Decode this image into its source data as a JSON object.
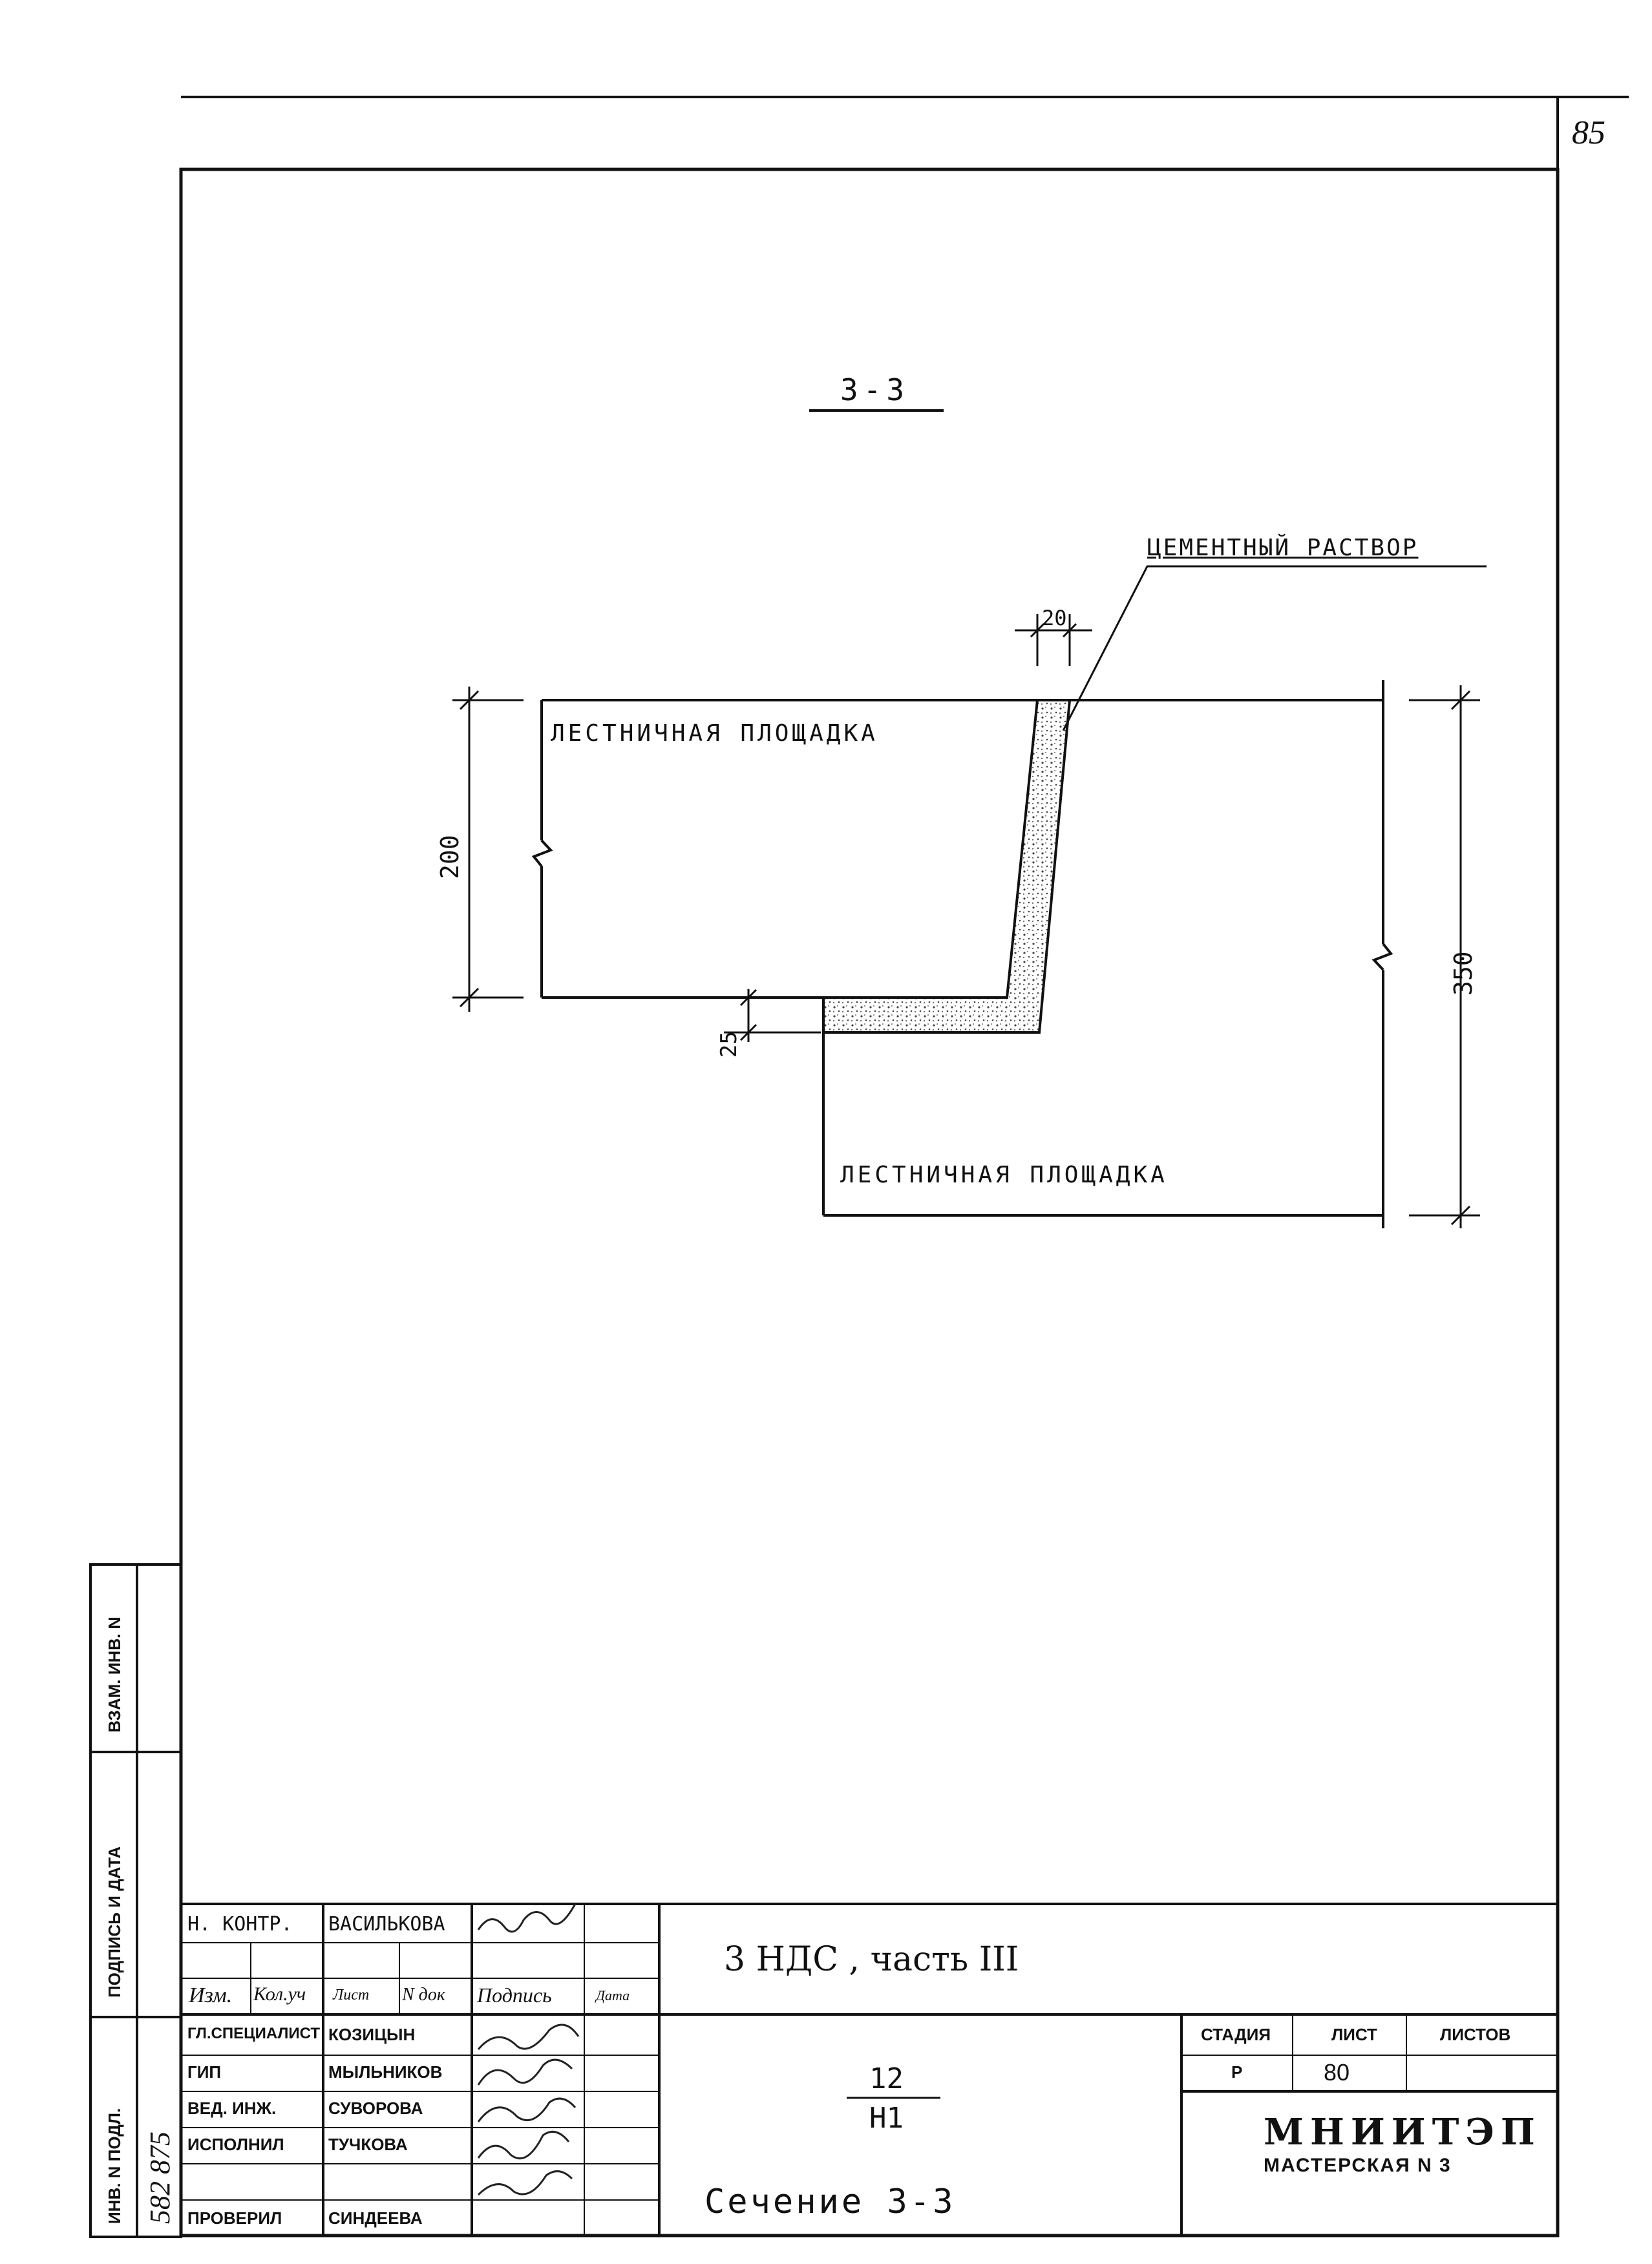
{
  "page_number": "85",
  "section_title": "3-3",
  "labels": {
    "mortar": "ЦЕМЕНТНЫЙ РАСТВОР",
    "landing_upper": "ЛЕСТНИЧНАЯ ПЛОЩАДКА",
    "landing_lower": "ЛЕСТНИЧНАЯ ПЛОЩАДКА"
  },
  "dimensions": {
    "gap_width": "20",
    "upper_height": "200",
    "offset": "25",
    "lower_height": "350"
  },
  "side_stamp": {
    "field1": "ВЗАМ. ИНВ. N",
    "field2": "ПОДПИСЬ И ДАТА",
    "field3": "ИНВ. N ПОДЛ.",
    "inv_handwritten": "582 875"
  },
  "title_block": {
    "n_kontr_role": "Н. КОНТР.",
    "n_kontr_name": "ВАСИЛЬКОВА",
    "header": {
      "izm": "Изм.",
      "kol": "Кол.уч",
      "list": "Лист",
      "ndok": "N док",
      "podpis": "Подпись",
      "data": "Дата"
    },
    "rows": [
      {
        "role": "ГЛ.СПЕЦИАЛИСТ",
        "name": "КОЗИЦЫН"
      },
      {
        "role": "ГИП",
        "name": "МЫЛЬНИКОВ"
      },
      {
        "role": "ВЕД. ИНЖ.",
        "name": "СУВОРОВА"
      },
      {
        "role": "ИСПОЛНИЛ",
        "name": "ТУЧКОВА"
      },
      {
        "role": "ПРОВЕРИЛ",
        "name": "СИНДЕЕВА"
      }
    ],
    "project": "3 НДС , часть III",
    "code_top": "12",
    "code_bottom": "Н1",
    "sheet_title": "Сечение 3-3",
    "stage_label": "СТАДИЯ",
    "sheet_label": "ЛИСТ",
    "sheets_label": "ЛИСТОВ",
    "stage_value": "Р",
    "sheet_value": "80",
    "sheets_value": "",
    "org": "МНИИТЭП",
    "workshop": "МАСТЕРСКАЯ N 3"
  },
  "colors": {
    "ink": "#111111",
    "paper": "#ffffff",
    "hatch": "#444444"
  }
}
